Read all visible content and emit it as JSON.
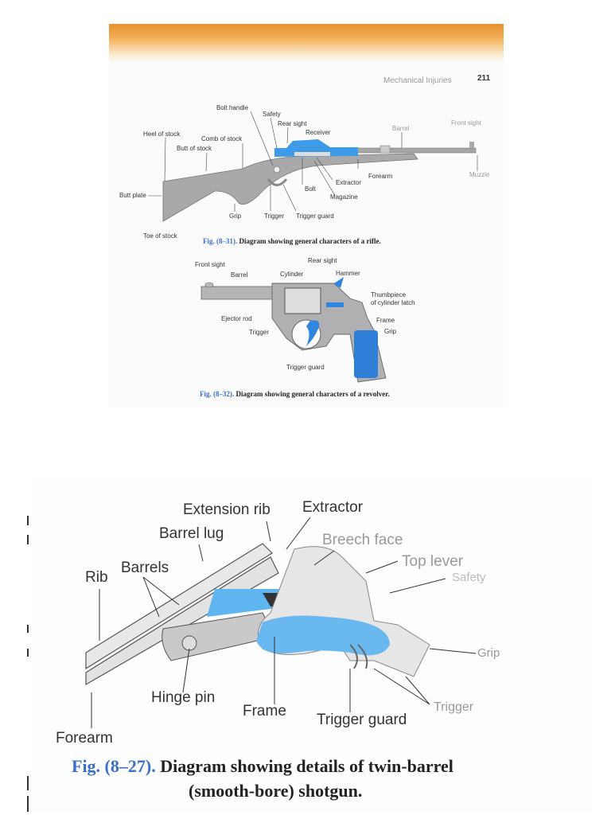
{
  "header": {
    "running_title": "Mechanical Injuries",
    "page_number": "211"
  },
  "rifle": {
    "labels": {
      "bolt_handle": "Bolt handle",
      "safety": "Safety",
      "rear_sight": "Rear sight",
      "receiver": "Receiver",
      "barrel": "Barrel",
      "front_sight": "Front sight",
      "heel_of_stock": "Heel of stock",
      "comb_of_stock": "Comb of stock",
      "butt_of_stock": "Butt of stock",
      "butt_plate": "Butt plate",
      "muzzle": "Muzzle",
      "extractor": "Extractor",
      "forearm": "Forearm",
      "bolt": "Bolt",
      "magazine": "Magazine",
      "grip": "Grip",
      "trigger": "Trigger",
      "trigger_guard": "Trigger guard",
      "toe_of_stock": "Toe of stock"
    },
    "caption_fig": "Fig. (8–31).",
    "caption_text": " Diagram showing general characters of a rifle."
  },
  "revolver": {
    "labels": {
      "front_sight": "Front sight",
      "rear_sight": "Rear sight",
      "barrel": "Barrel",
      "cylinder": "Cylinder",
      "hammer": "Hammer",
      "thumbpiece_1": "Thumbpiece",
      "thumbpiece_2": "of cylinder latch",
      "ejector_rod": "Ejector rod",
      "frame": "Frame",
      "trigger": "Trigger",
      "grip": "Grip",
      "trigger_guard": "Trigger guard"
    },
    "caption_fig": "Fig. (8–32).",
    "caption_text": " Diagram showing general characters of a revolver."
  },
  "shotgun": {
    "labels": {
      "extension_rib": "Extension rib",
      "extractor": "Extractor",
      "barrel_lug": "Barrel lug",
      "breech_face": "Breech face",
      "top_lever": "Top lever",
      "safety": "Safety",
      "barrels": "Barrels",
      "rib": "Rib",
      "grip": "Grip",
      "hinge_pin": "Hinge pin",
      "frame": "Frame",
      "trigger_guard": "Trigger guard",
      "trigger": "Trigger",
      "forearm": "Forearm"
    },
    "caption_fig": "Fig. (8–27).",
    "caption_text_1": " Diagram showing details of twin-barrel",
    "caption_text_2": "(smooth-bore) shotgun."
  },
  "colors": {
    "accent_blue": "#3f9be8",
    "metal_gray": "#a9a9ab",
    "caption_blue": "#3a6fc8"
  }
}
